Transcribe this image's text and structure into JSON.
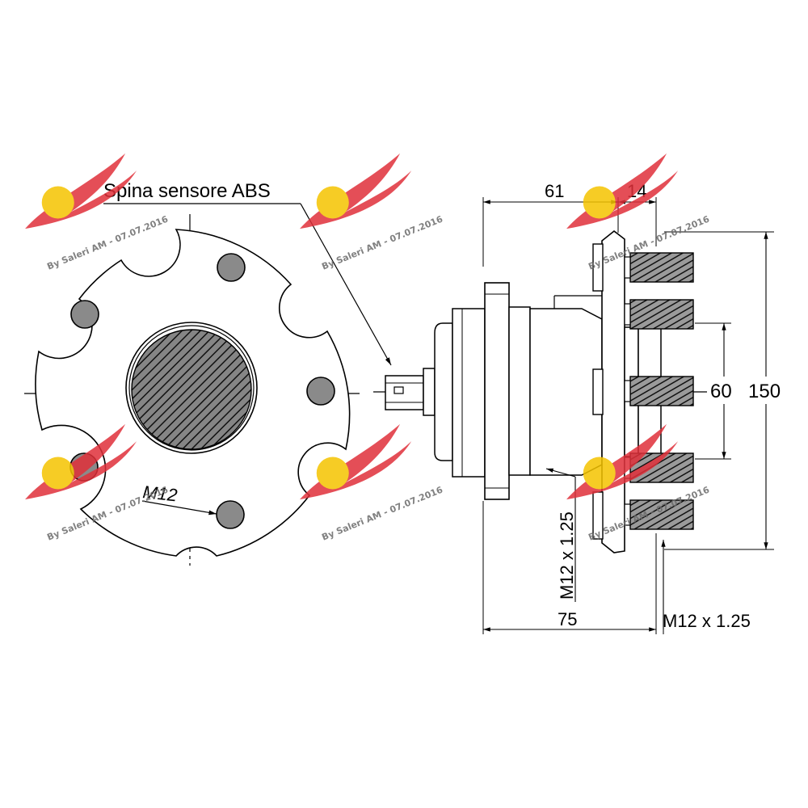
{
  "labels": {
    "abs_pin": "Spina sensore ABS",
    "bolt_thread_face": "M12",
    "dim_flange_depth": "61",
    "dim_flange_thickness": "14",
    "dim_pilot_diameter": "60",
    "dim_flange_diameter": "150",
    "dim_total_length": "75",
    "thread_vertical": "M12 x 1.25",
    "thread_horizontal": "M12 x 1.25"
  },
  "watermark": {
    "text": "By Saleri AM - 07.07.2016"
  },
  "colors": {
    "line": "#000000",
    "hatch_fill": "#7a7a7a",
    "watermark_wing": "#e0303a",
    "watermark_badge": "#f5c400",
    "watermark_text": "#6b6b6b"
  }
}
